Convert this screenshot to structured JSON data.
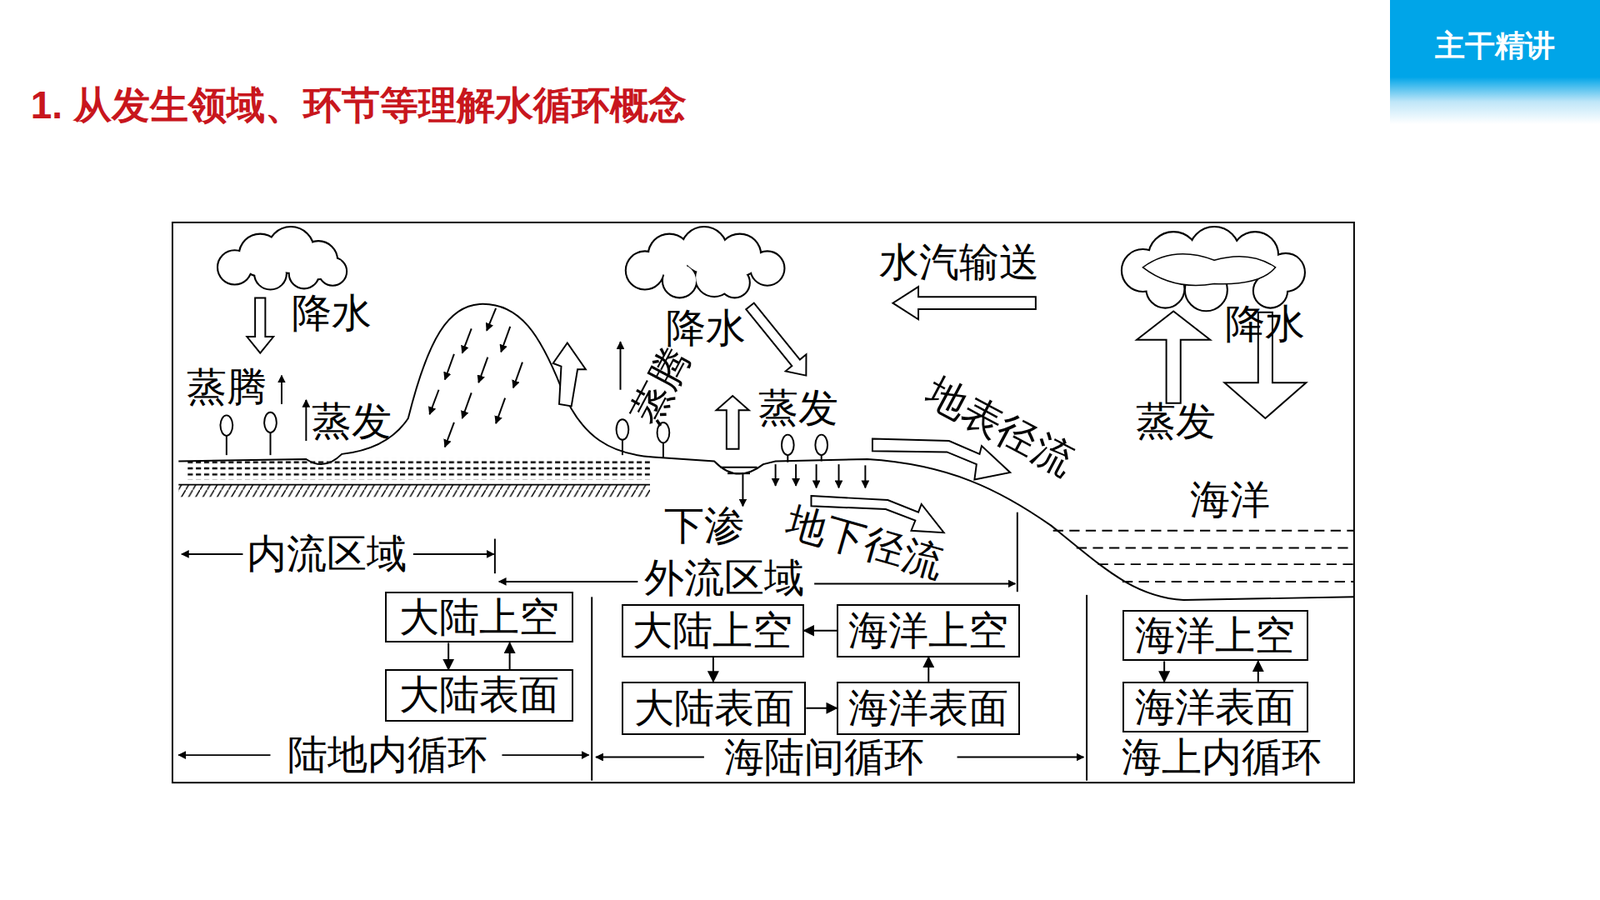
{
  "diagram": {
    "title": "1. 从发生领域、环节等理解水循环概念",
    "nodes": [
      {
        "text": [
          "主干精讲"
        ]
      },
      {
        "text": [
          "大陆上空"
        ]
      },
      {
        "text": [
          "大陆表面"
        ]
      },
      {
        "text": [
          "大陆上空"
        ]
      },
      {
        "text": [
          "海洋上空"
        ]
      },
      {
        "text": [
          "大陆表面"
        ]
      },
      {
        "text": [
          "海洋表面"
        ]
      },
      {
        "text": [
          "海洋上空"
        ]
      },
      {
        "text": [
          "海洋表面"
        ]
      }
    ],
    "edges": [
      {
        "from": 1,
        "to": 2,
        "arrow": "to"
      },
      {
        "from": 2,
        "to": 1,
        "arrow": "to"
      },
      {
        "from": 4,
        "to": 3,
        "arrow": "to"
      },
      {
        "from": 3,
        "to": 5,
        "arrow": "to"
      },
      {
        "from": 5,
        "to": 6,
        "arrow": "to"
      },
      {
        "from": 6,
        "to": 4,
        "arrow": "to"
      },
      {
        "from": 7,
        "to": 8,
        "arrow": "to"
      },
      {
        "from": 8,
        "to": 7,
        "arrow": "to"
      }
    ],
    "labels": [
      "降水",
      "蒸腾",
      "蒸发",
      "降水",
      "蒸腾",
      "蒸发",
      "水汽输送",
      "降水",
      "蒸发",
      "地表径流",
      "海洋",
      "下渗",
      "地下径流",
      "内流区域",
      "外流区域",
      "陆地内循环",
      "海陆间循环",
      "海上内循环"
    ]
  }
}
